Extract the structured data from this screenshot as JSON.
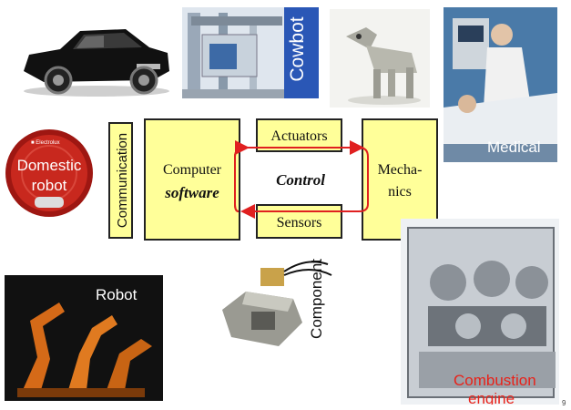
{
  "diagram": {
    "communication_label": "Communication",
    "software_box": {
      "line1": "Computer",
      "line2": "software"
    },
    "actuators_label": "Actuators",
    "control_label": "Control",
    "sensors_label": "Sensors",
    "mechanics_label": {
      "line1": "Mecha-",
      "line2": "nics"
    }
  },
  "photos": {
    "cowbot_label": "Cowbot",
    "medical_label": "Medical",
    "domestic_label": {
      "line1": "Domestic",
      "line2": "robot"
    },
    "robot_label": "Robot",
    "component_label": "Component",
    "combustion_label": {
      "line1": "Combustion",
      "line2": "engine"
    }
  },
  "page_number": "9",
  "colors": {
    "box_fill": "#ffff99",
    "arrow": "#e02020",
    "label_white": "#ffffff",
    "label_red": "#e8221a"
  }
}
